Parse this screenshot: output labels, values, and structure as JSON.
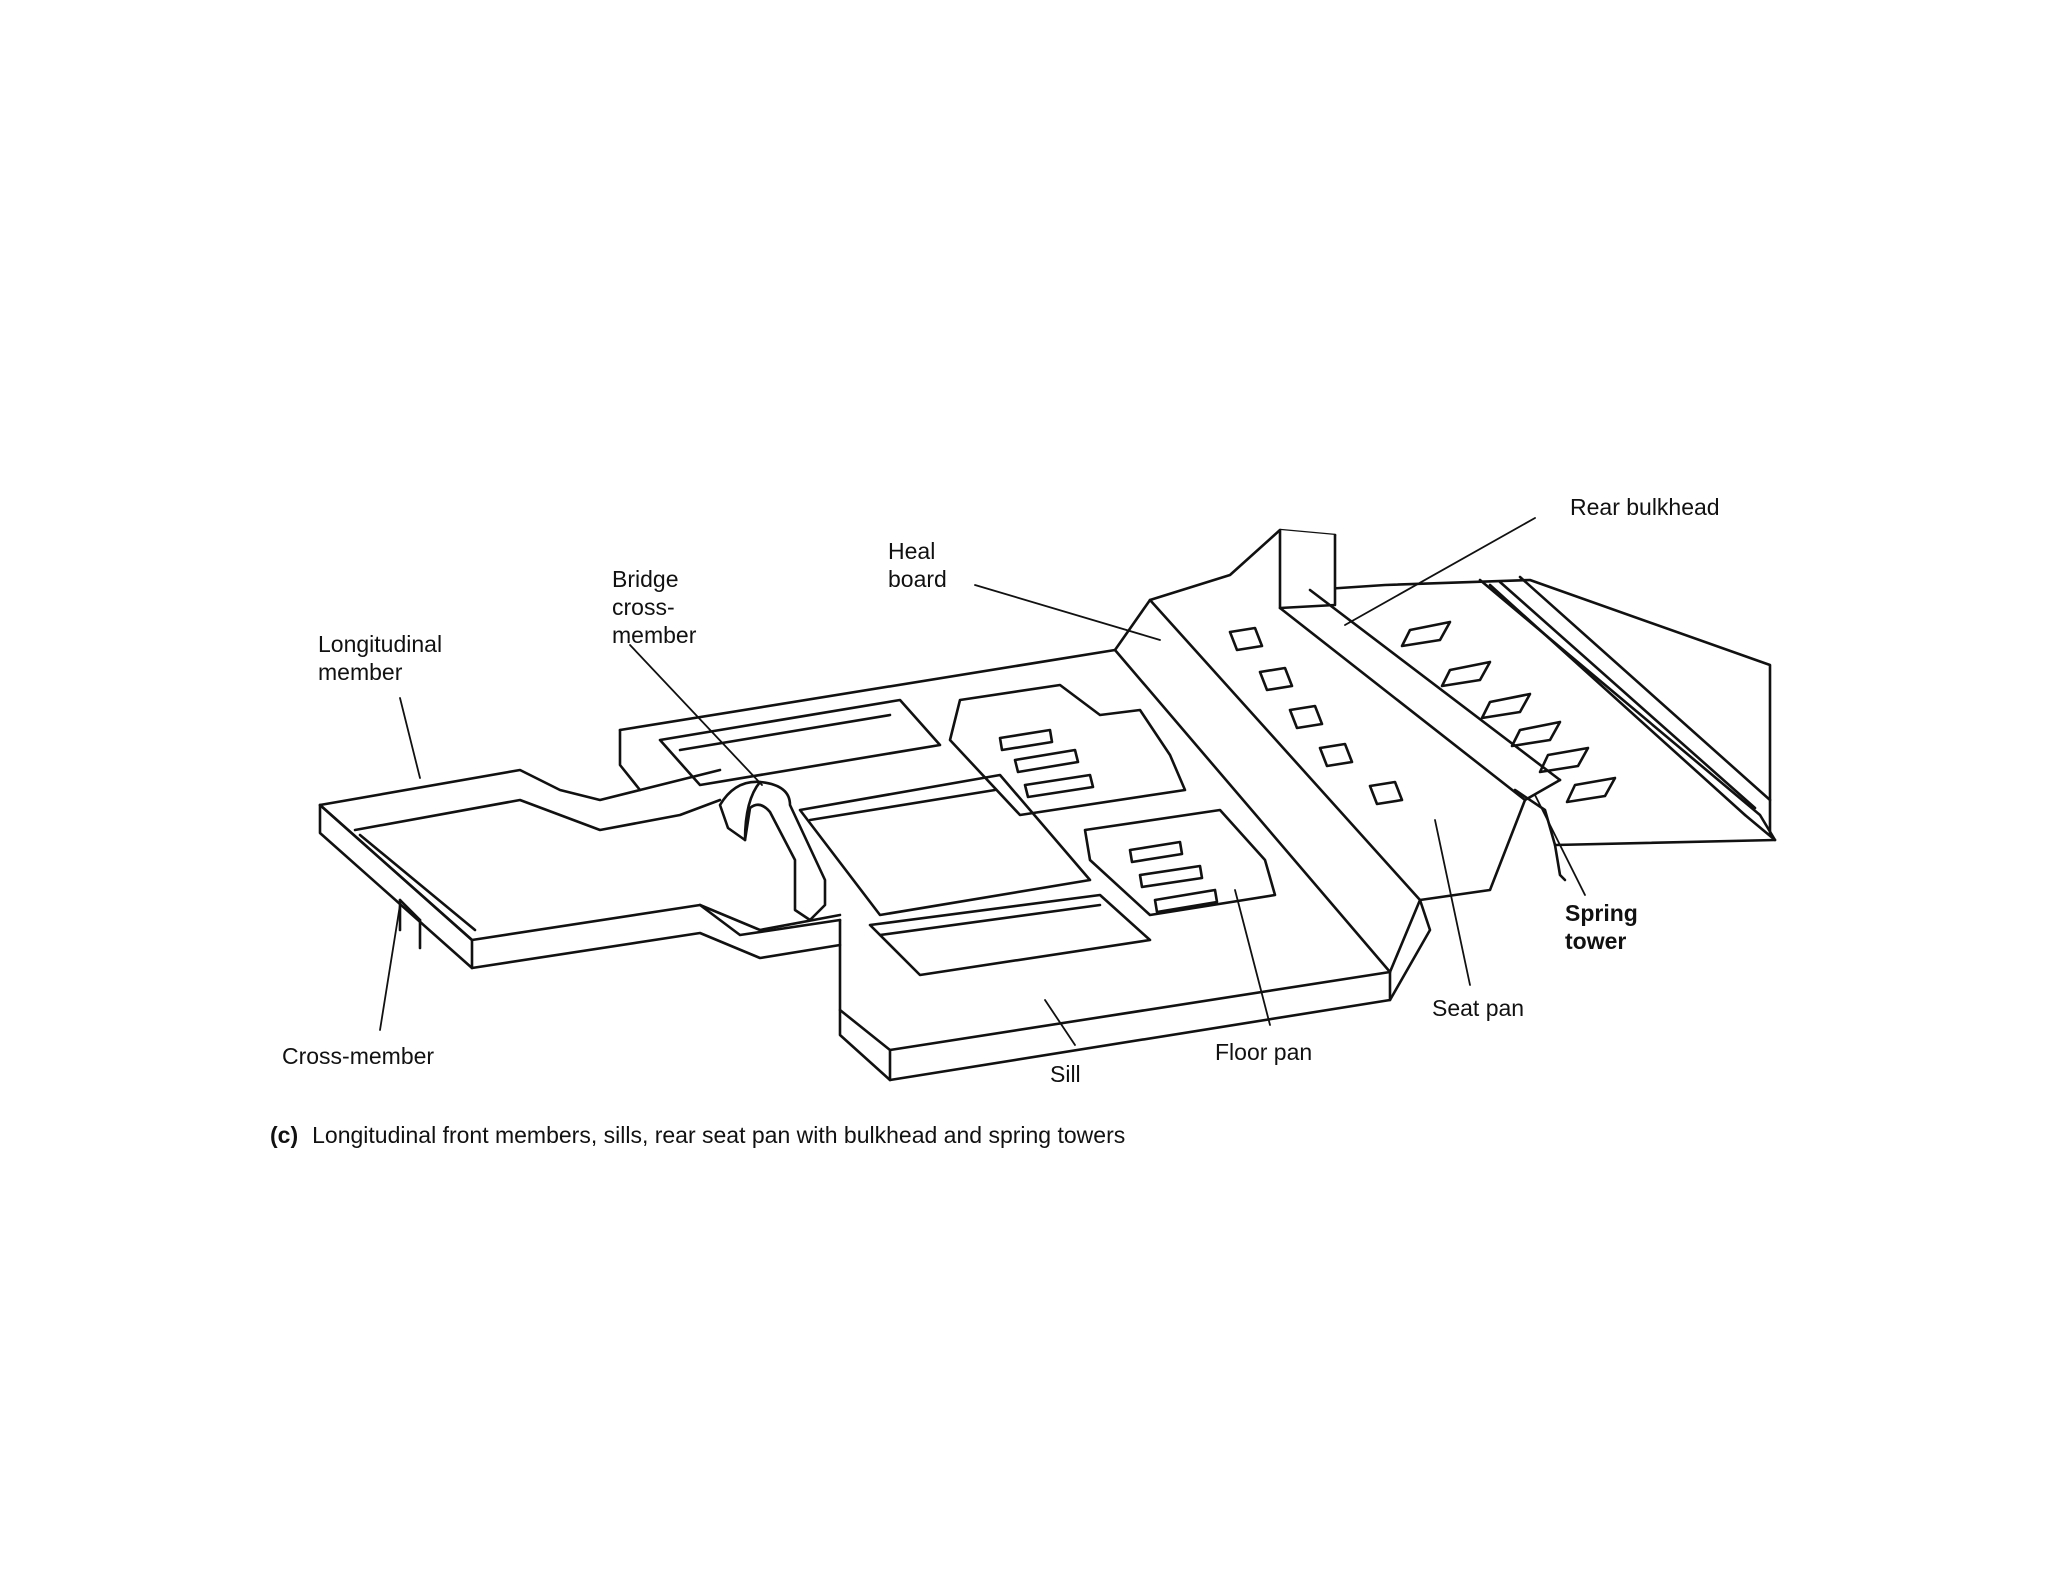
{
  "labels": {
    "longitudinal_member": [
      "Longitudinal",
      "member"
    ],
    "bridge_cross_member": [
      "Bridge",
      "cross-",
      "member"
    ],
    "heal_board": [
      "Heal",
      "board"
    ],
    "rear_bulkhead": "Rear bulkhead",
    "spring_tower": [
      "Spring",
      "tower"
    ],
    "seat_pan": "Seat pan",
    "floor_pan": "Floor pan",
    "sill": "Sill",
    "cross_member": "Cross-member"
  },
  "caption": {
    "tag": "(c)",
    "text": "Longitudinal front members, sills, rear seat pan with bulkhead and spring towers"
  }
}
